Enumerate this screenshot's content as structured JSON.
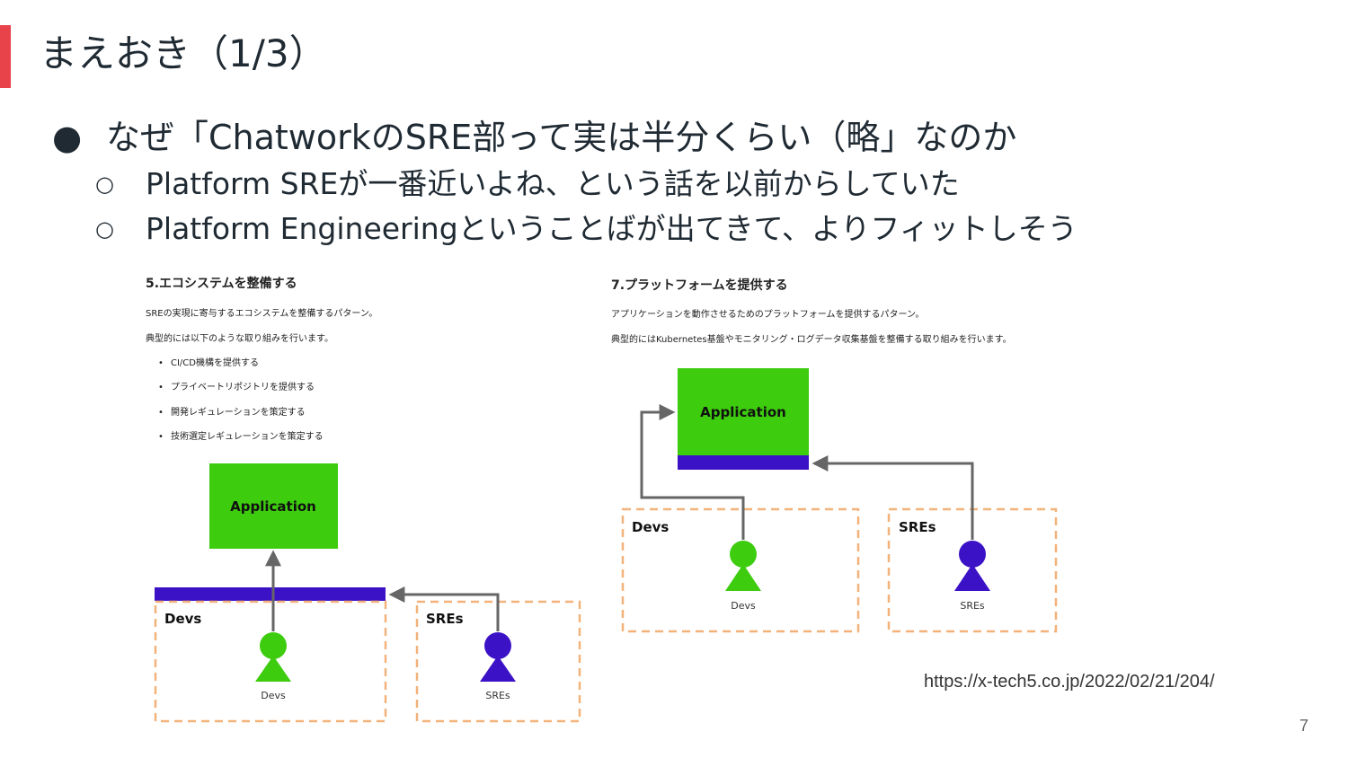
{
  "slide": {
    "title": "まえおき（1/3）",
    "bullet_main": "なぜ「ChatworkのSRE部って実は半分くらい（略」なのか",
    "bullet_main_marker": "●",
    "sub_marker": "○",
    "sub_bullets": [
      "Platform SREが一番近いよね、という話を以前からしていた",
      "Platform Engineeringということばが出てきて、よりフィットしそう"
    ],
    "url": "https://x-tech5.co.jp/2022/02/21/204/",
    "page_number": "7"
  },
  "figure_left": {
    "heading": "5.エコシステムを整備する",
    "desc1": "SREの実現に寄与するエコシステムを整備するパターン。",
    "desc2": "典型的には以下のような取り組みを行います。",
    "list_marker": "•",
    "items": [
      "CI/CD機構を提供する",
      "プライベートリポジトリを提供する",
      "開発レギュレーションを策定する",
      "技術選定レギュレーションを策定する"
    ],
    "app_label": "Application",
    "devs_box_label": "Devs",
    "sres_box_label": "SREs",
    "devs_person_label": "Devs",
    "sres_person_label": "SREs"
  },
  "figure_right": {
    "heading": "7.プラットフォームを提供する",
    "desc1": "アプリケーションを動作させるためのプラットフォームを提供するパターン。",
    "desc2": "典型的にはKubernetes基盤やモニタリング・ログデータ収集基盤を整備する取り組みを行います。",
    "app_label": "Application",
    "devs_box_label": "Devs",
    "sres_box_label": "SREs",
    "devs_person_label": "Devs",
    "sres_person_label": "SREs"
  },
  "colors": {
    "accent": "#e8424b",
    "app_green": "#3dcc0e",
    "platform_purple": "#3c12c6",
    "dev_green": "#3dcc0e",
    "sre_purple": "#3c12c6",
    "dashed_box": "#f2b27a",
    "arrow": "#666666"
  }
}
